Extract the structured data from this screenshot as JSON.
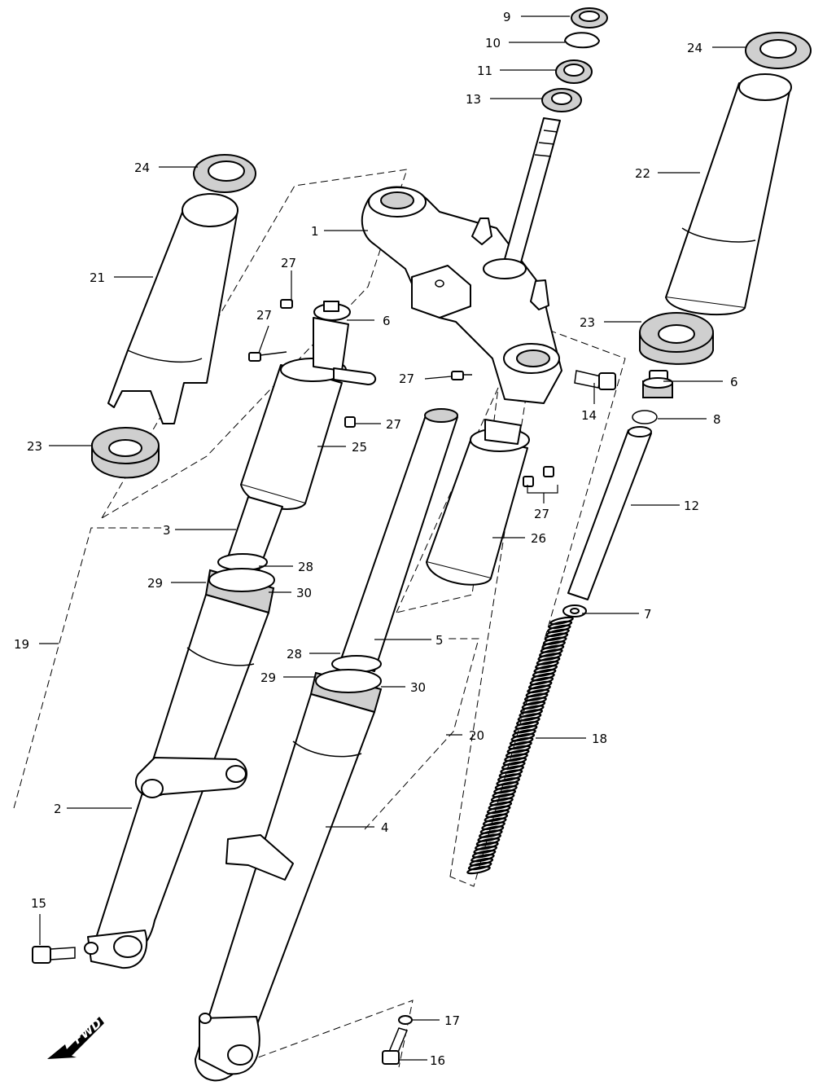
{
  "diagram": {
    "type": "exploded parts diagram",
    "subject": "front fork assembly",
    "fwd_label": "FWD",
    "callouts": [
      "9",
      "10",
      "11",
      "13",
      "24",
      "24",
      "22",
      "1",
      "21",
      "27",
      "27",
      "6",
      "23",
      "6",
      "27",
      "27",
      "8",
      "14",
      "25",
      "23",
      "27",
      "12",
      "26",
      "3",
      "28",
      "29",
      "30",
      "7",
      "19",
      "5",
      "28",
      "29",
      "30",
      "20",
      "18",
      "2",
      "4",
      "15",
      "17",
      "16"
    ]
  }
}
